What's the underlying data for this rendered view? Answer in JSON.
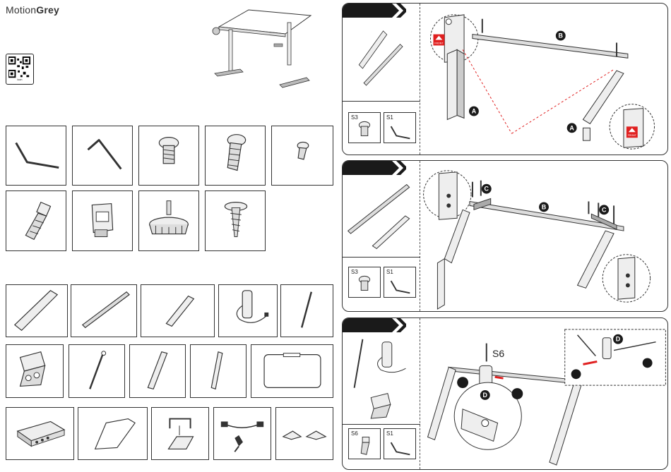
{
  "brand": {
    "name_light": "Motion",
    "name_bold": "Grey"
  },
  "qr": {
    "caption": "icon"
  },
  "parts_group_1": [
    {
      "icon": "long-hex-key-icon"
    },
    {
      "icon": "short-hex-key-icon"
    },
    {
      "icon": "button-head-bolt-icon"
    },
    {
      "icon": "long-button-head-bolt-icon"
    },
    {
      "icon": "small-screw-icon"
    },
    {
      "icon": "socket-cap-screw-icon"
    },
    {
      "icon": "cable-clip-icon"
    },
    {
      "icon": "leveling-foot-icon"
    },
    {
      "icon": "wood-screw-icon"
    }
  ],
  "parts_group_2": [
    {
      "icon": "leg-column-icon"
    },
    {
      "icon": "crossbar-icon"
    },
    {
      "icon": "side-bracket-icon"
    },
    {
      "icon": "motor-icon"
    },
    {
      "icon": "drive-rod-icon"
    },
    {
      "icon": "control-bracket-icon"
    },
    {
      "icon": "long-rod-icon"
    },
    {
      "icon": "slotted-bracket-icon"
    },
    {
      "icon": "end-bracket-icon"
    },
    {
      "icon": "tabletop-icon"
    },
    {
      "icon": "control-box-icon"
    },
    {
      "icon": "cable-tray-icon"
    },
    {
      "icon": "hook-bracket-icon"
    },
    {
      "icon": "power-cable-icon"
    },
    {
      "icon": "foot-cap-icon"
    }
  ],
  "steps": [
    {
      "tools": [
        {
          "label": "S3"
        },
        {
          "label": "S1"
        }
      ],
      "callouts": [
        "A",
        "A",
        "B"
      ],
      "front_label": "FRONT"
    },
    {
      "tools": [
        {
          "label": "S3"
        },
        {
          "label": "S1"
        }
      ],
      "callouts": [
        "B",
        "C",
        "C"
      ]
    },
    {
      "tools": [
        {
          "label": "S6"
        },
        {
          "label": "S1"
        }
      ],
      "callouts": [
        "D",
        "D"
      ],
      "screw_label": "S6"
    }
  ],
  "colors": {
    "accent_red": "#e02020",
    "ink": "#222222",
    "banner": "#1a1a1a"
  }
}
